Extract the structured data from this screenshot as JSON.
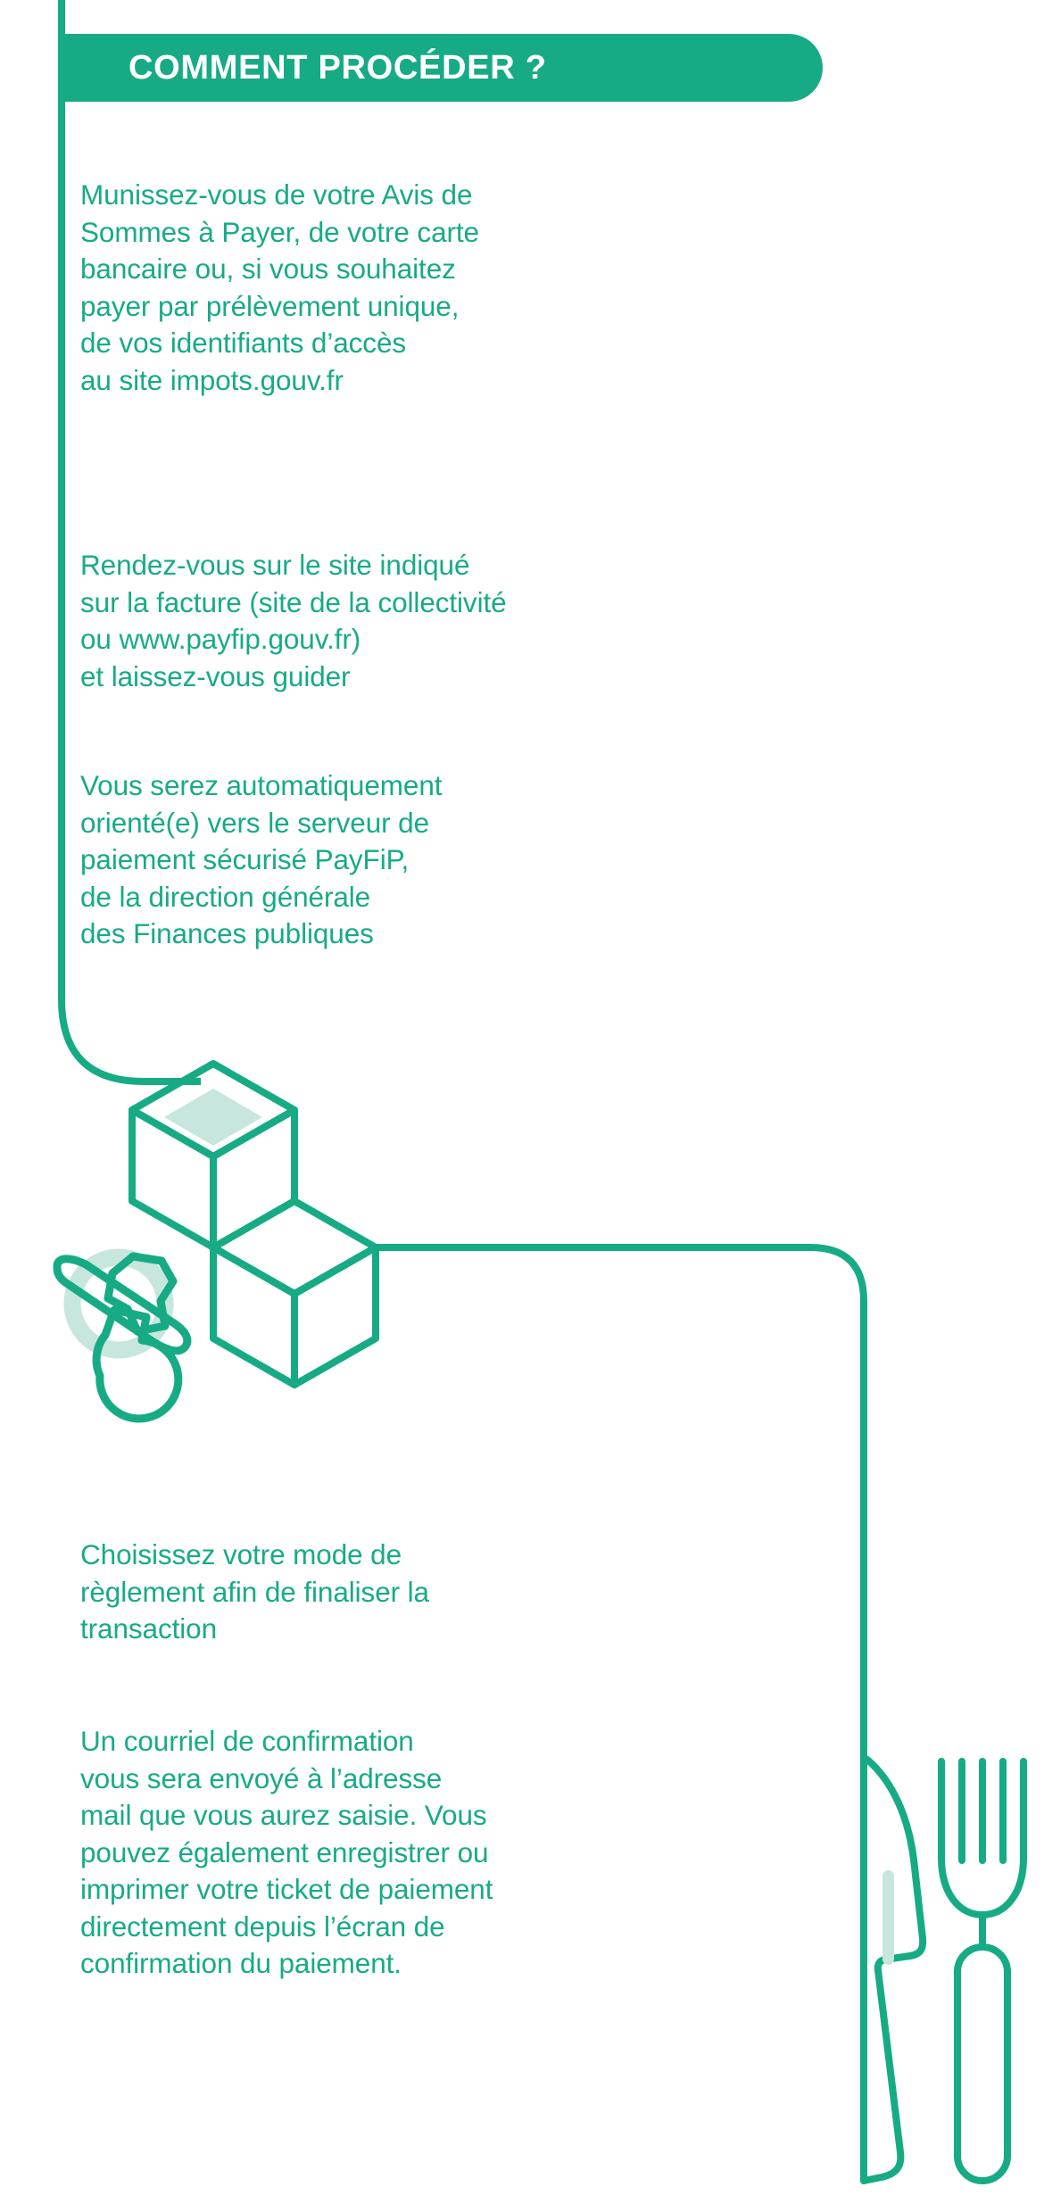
{
  "header": {
    "title": "COMMENT PROCÉDER ?",
    "background_color": "#17ab85",
    "text_color": "#ffffff"
  },
  "theme": {
    "accent_green": "#17ab85",
    "light_green": "#c7e6dd",
    "background": "#ffffff"
  },
  "body": {
    "paragraphs": [
      "Munissez-vous de votre Avis de\nSommes à Payer, de votre carte\nbancaire ou, si vous souhaitez\npayer par prélèvement unique,\nde vos identifiants d’accès\nau site impots.gouv.fr",
      "Rendez-vous sur le site indiqué\nsur la facture (site de la collectivité\nou www.payfip.gouv.fr)\net laissez-vous guider",
      "Vous serez automatiquement\norienté(e) vers le serveur de\npaiement sécurisé PayFiP,\nde la direction générale\ndes Finances publiques",
      "Choisissez votre mode de\nrèglement afin de finaliser la\ntransaction",
      "Un courriel de confirmation\nvous sera envoyé à l’adresse\nmail que vous aurez saisie. Vous\npouvez également enregistrer ou\nimprimer votre ticket de paiement\ndirectement depuis l’écran de\nconfirmation du paiement."
    ]
  },
  "illustrations": {
    "cubes": "isometric-cubes-icon",
    "pacifier": "pacifier-icon",
    "ring": "circle-ring-icon",
    "knife": "knife-icon",
    "fork": "fork-icon"
  }
}
